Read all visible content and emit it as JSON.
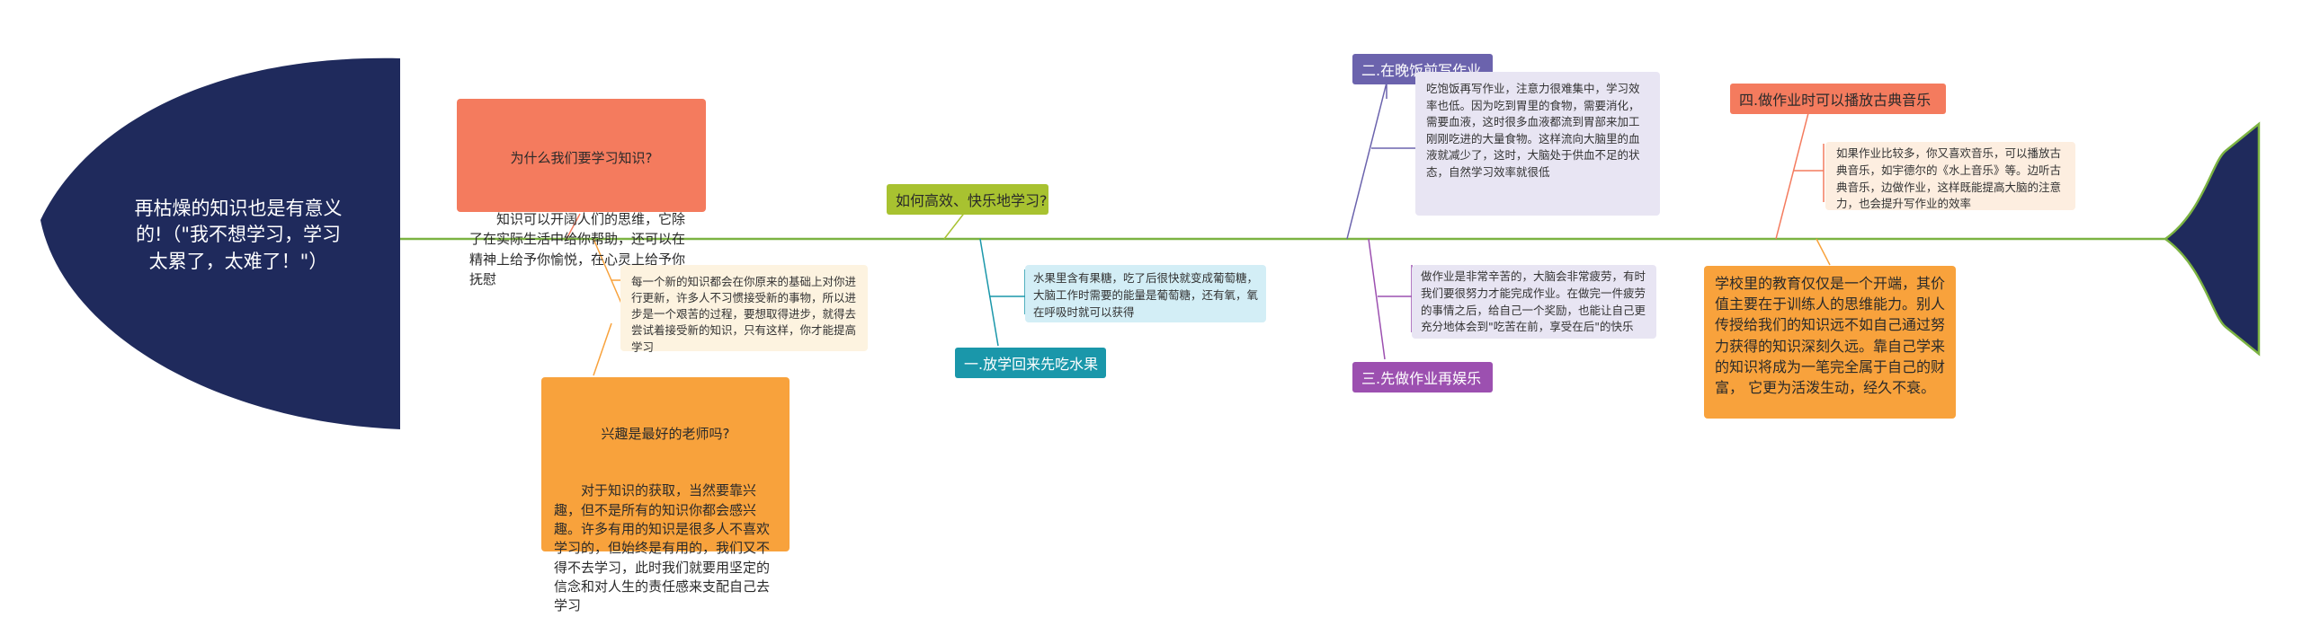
{
  "colors": {
    "head": "#1f2a5c",
    "spine": "#7cb342",
    "lavender_note": "#e8e5f3",
    "cyan_note": "#d3eef6",
    "peach_note": "#fdeee0",
    "cream_note": "#fdf3e0"
  },
  "head": {
    "title": "再枯燥的知识也是有意义\n的!（\"我不想学习，学习\n太累了，太难了！\"）"
  },
  "nodes": {
    "why_title": "为什么我们要学习知识?",
    "why_body": "知识可以开阔人们的思维，它除了在实际生活中给你帮助，还可以在精神上给予你愉悦，在心灵上给予你抚慰",
    "new_knowledge": "每一个新的知识都会在你原来的基础上对你进行更新，许多人不习惯接受新的事物，所以进步是一个艰苦的过程，要想取得进步，就得去尝试着接受新的知识，只有这样，你才能提高学习",
    "interest_title": "兴趣是最好的老师吗?",
    "interest_body": "对于知识的获取，当然要靠兴趣，但不是所有的知识你都会感兴趣。许多有用的知识是很多人不喜欢学习的，但始终是有用的，我们又不得不去学习，此时我们就要用坚定的信念和对人生的责任感来支配自己去学习",
    "how": "如何高效、快乐地学习?",
    "fruit_note": "水果里含有果糖，吃了后很快就变成葡萄糖，大脑工作时需要的能量是葡萄糖，还有氧，氧在呼吸时就可以获得",
    "step1": "一.放学回来先吃水果",
    "step2": "二.在晚饭前写作业",
    "dinner_note": "吃饱饭再写作业，注意力很难集中，学习效率也低。因为吃到胃里的食物，需要消化，需要血液，这时很多血液都流到胃部来加工刚刚吃进的大量食物。这样流向大脑里的血液就减少了，这时，大脑处于供血不足的状态，自然学习效率就很低",
    "homework_note": "做作业是非常辛苦的，大脑会非常疲劳，有时我们要很努力才能完成作业。在做完一件疲劳的事情之后，给自己一个奖励，也能让自己更充分地体会到\"吃苦在前，享受在后\"的快乐",
    "step3": "三.先做作业再娱乐",
    "step4": "四.做作业时可以播放古典音乐",
    "music_note": "如果作业比较多，你又喜欢音乐，可以播放古典音乐，如宇德尔的《水上音乐》等。边听古典音乐，边做作业，这样既能提高大脑的注意力，也会提升写作业的效率",
    "school": "学校里的教育仅仅是一个开端，其价值主要在于训练人的思维能力。别人传授给我们的知识远不如自己通过努力获得的知识深刻久远。靠自己学来的知识将成为一笔完全属于自己的财富， 它更为活泼生动，经久不衰。"
  }
}
